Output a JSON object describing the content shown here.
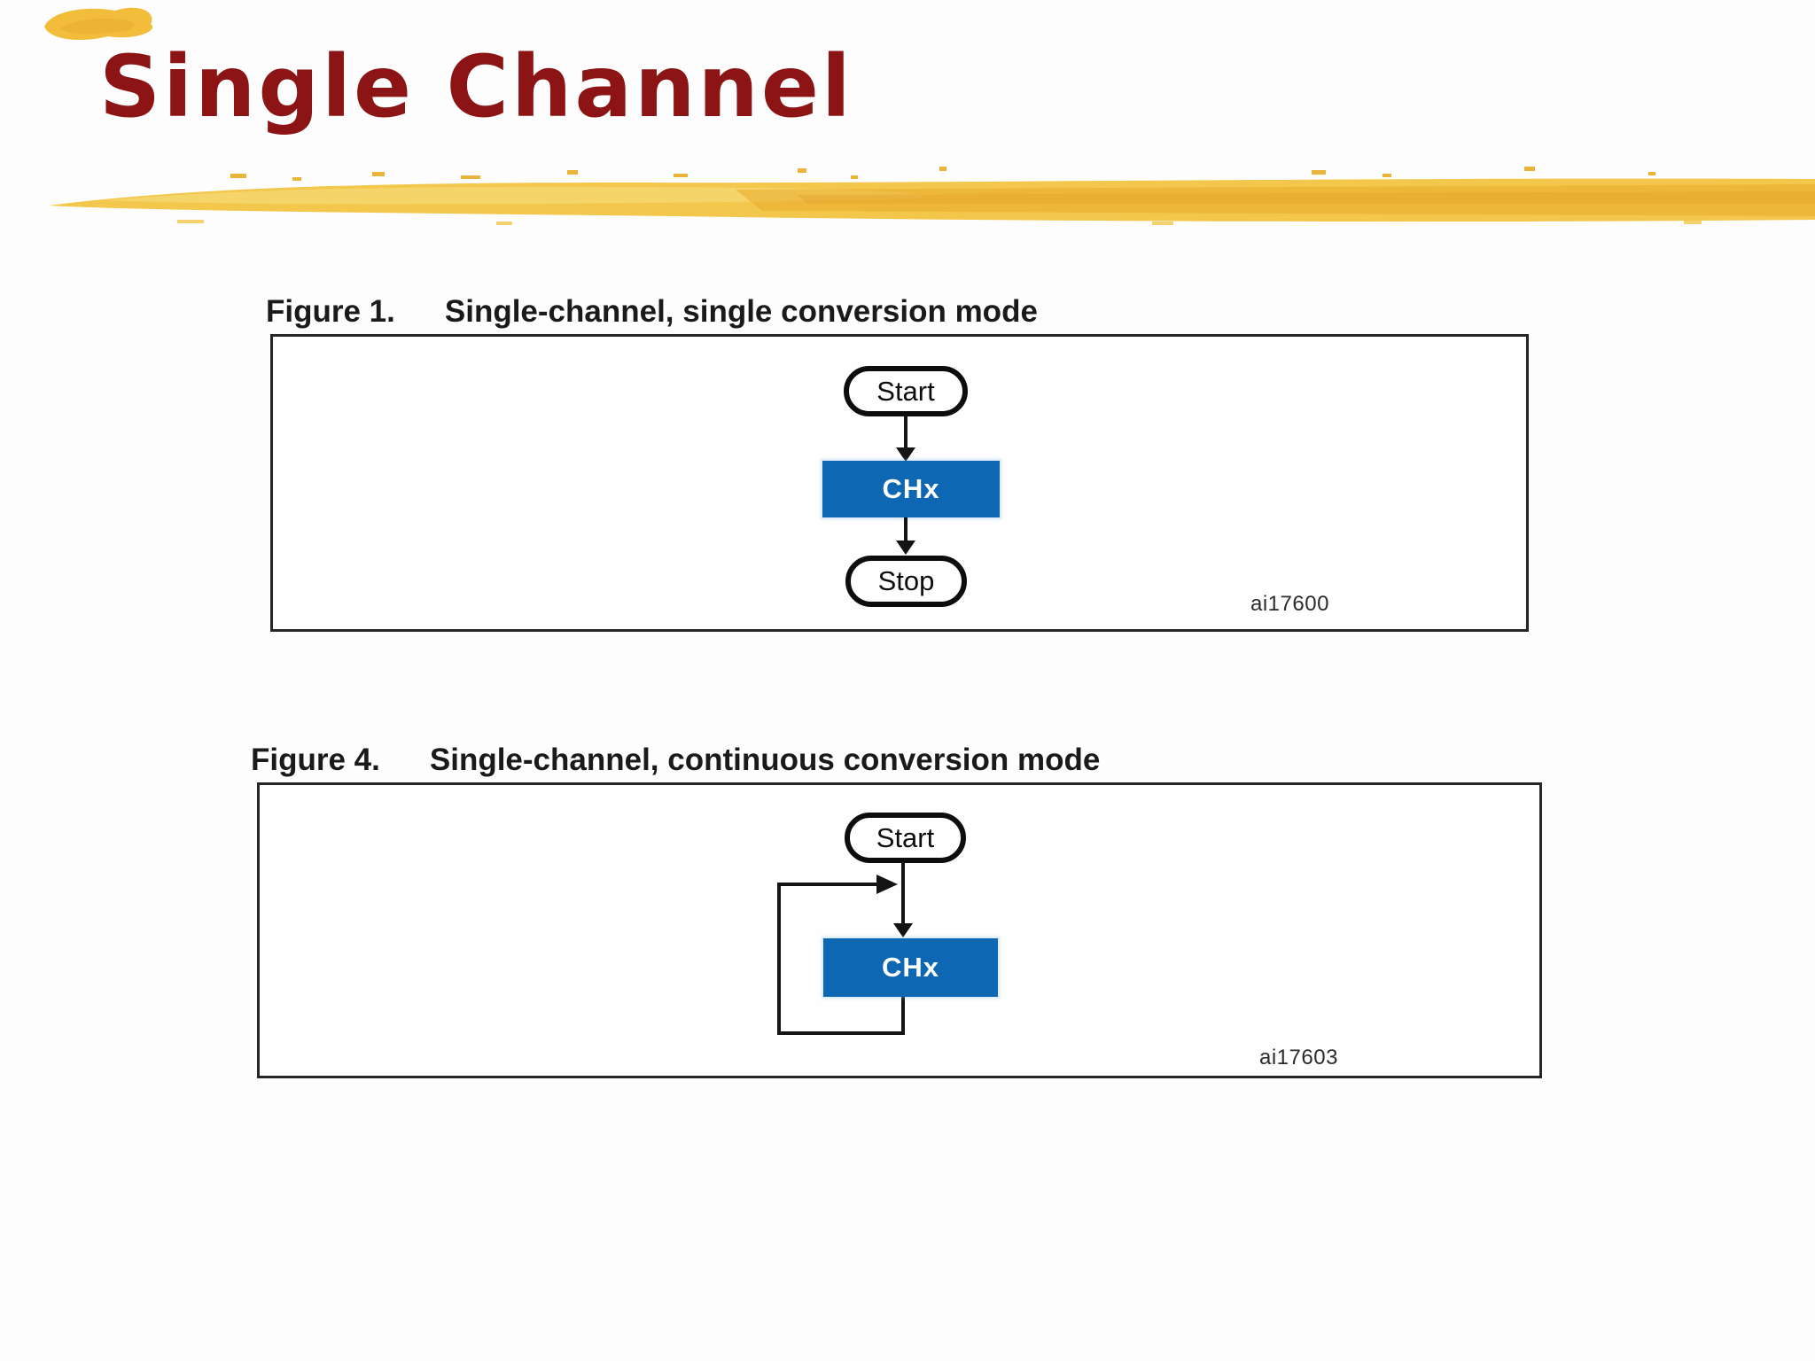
{
  "slide": {
    "title": "Single Channel"
  },
  "colors": {
    "title_maroon": "#8c1414",
    "process_blue": "#0e67b2",
    "brush_gold": "#f2c74b",
    "brush_core_gold": "#e9ab2e",
    "line_black": "#141414"
  },
  "figures": [
    {
      "caption_label": "Figure 1.",
      "caption_text": "Single-channel, single conversion mode",
      "start_label": "Start",
      "process_label": "CHx",
      "stop_label": "Stop",
      "ref_code": "ai17600"
    },
    {
      "caption_label": "Figure 4.",
      "caption_text": "Single-channel, continuous conversion mode",
      "start_label": "Start",
      "process_label": "CHx",
      "ref_code": "ai17603"
    }
  ]
}
